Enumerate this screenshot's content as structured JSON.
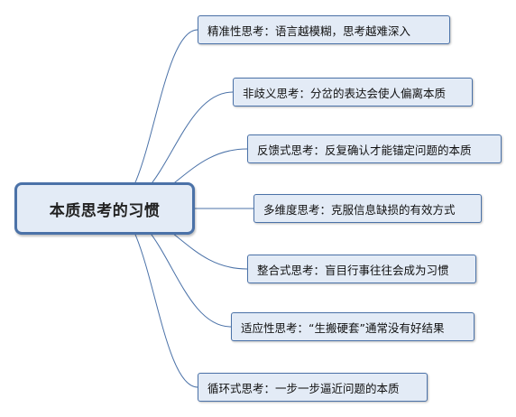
{
  "diagram": {
    "root": {
      "label": "本质思考的习惯"
    },
    "branches": [
      {
        "label": "精准性思考：语言越模糊，思考越难深入"
      },
      {
        "label": "非歧义思考：分岔的表达会使人偏离本质"
      },
      {
        "label": "反馈式思考：反复确认才能锚定问题的本质"
      },
      {
        "label": "多维度思考：克服信息缺损的有效方式"
      },
      {
        "label": "整合式思考：盲目行事往往会成为习惯"
      },
      {
        "label": "适应性思考：“生搬硬套”通常没有好结果"
      },
      {
        "label": "循环式思考：一步一步逼近问题的本质"
      }
    ],
    "colors": {
      "connector": "#4b72a8",
      "node_fill": "#e3ebf6",
      "node_border": "#4b72a8"
    }
  }
}
